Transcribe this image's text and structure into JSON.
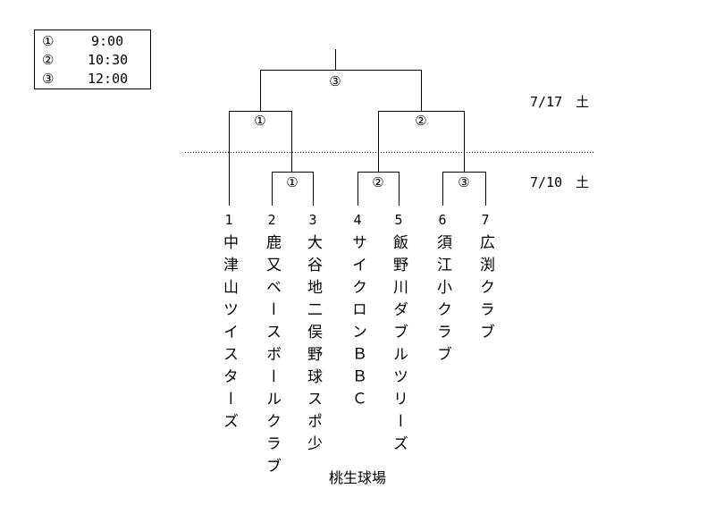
{
  "legend": [
    {
      "mark": "①",
      "time": "9:00"
    },
    {
      "mark": "②",
      "time": "10:30"
    },
    {
      "mark": "③",
      "time": "12:00"
    }
  ],
  "matches": {
    "final": "③",
    "semi_left": "①",
    "semi_right": "②",
    "r1_a": "①",
    "r1_b": "②",
    "r1_c": "③"
  },
  "dates": {
    "upper": "7/17　土",
    "lower": "7/10　土"
  },
  "teams": [
    {
      "no": "1",
      "name": "中津山ツイスターズ"
    },
    {
      "no": "2",
      "name": "鹿又ベースボールクラブ"
    },
    {
      "no": "3",
      "name": "大谷地二俣野球スポ少"
    },
    {
      "no": "4",
      "name": "サイクロンＢＢＣ"
    },
    {
      "no": "5",
      "name": "飯野川ダブルツリーズ"
    },
    {
      "no": "6",
      "name": "須江小クラブ"
    },
    {
      "no": "7",
      "name": "広渕クラブ"
    }
  ],
  "venue": "桃生球場"
}
